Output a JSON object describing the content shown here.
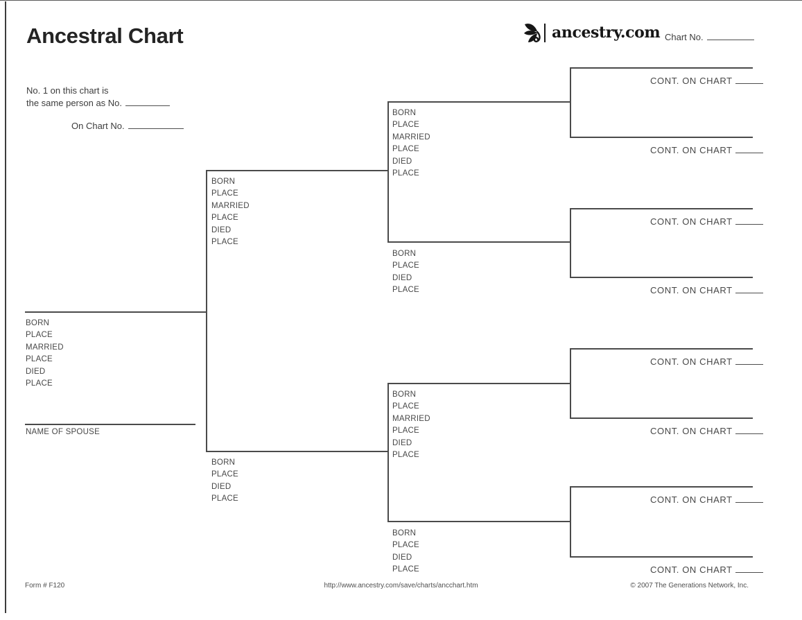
{
  "header": {
    "title": "Ancestral Chart",
    "brand": "ancestry.com",
    "brand_icon": "ancestry-leaf-icon",
    "chart_no_label": "Chart No."
  },
  "intro": {
    "line1": "No. 1 on this chart is",
    "line2": "the same person as No.",
    "line3": "On Chart No."
  },
  "labels": {
    "full": [
      "BORN",
      "PLACE",
      "MARRIED",
      "PLACE",
      "DIED",
      "PLACE"
    ],
    "short": [
      "BORN",
      "PLACE",
      "DIED",
      "PLACE"
    ],
    "spouse": "NAME OF SPOUSE",
    "cont": "CONT. ON CHART"
  },
  "footer": {
    "form_number": "Form # F120",
    "url": "http://www.ancestry.com/save/charts/ancchart.htm",
    "copyright": "© 2007 The Generations Network, Inc."
  },
  "colors": {
    "line": "#4a4a4a",
    "text": "#474747",
    "title": "#242424"
  }
}
